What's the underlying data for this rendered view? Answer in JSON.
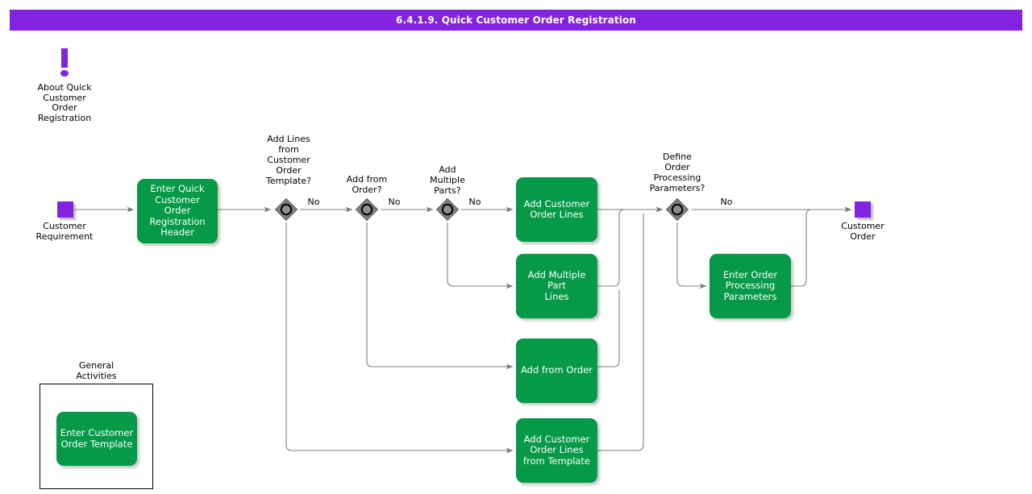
{
  "header": {
    "title": "6.4.1.9. Quick Customer Order Registration",
    "bar_color": "#8223e0",
    "text_color": "#ffffff"
  },
  "colors": {
    "accent_purple": "#8223e0",
    "activity_green": "#059948",
    "decision_gray": "#808080",
    "connector_gray": "#808080",
    "page_background": "#ffffff"
  },
  "info_note": {
    "icon": "exclamation-icon",
    "label": "About Quick\nCustomer\nOrder\nRegistration"
  },
  "terminators": [
    {
      "name": "start",
      "label": "Customer\nRequirement"
    },
    {
      "name": "end",
      "label": "Customer\nOrder"
    }
  ],
  "activities": [
    {
      "id": "enter-header",
      "label": "Enter Quick\nCustomer Order\nRegistration\nHeader"
    },
    {
      "id": "add-customer-order-lines",
      "label": "Add Customer\nOrder Lines"
    },
    {
      "id": "add-multiple-part-lines",
      "label": "Add Multiple Part\nLines"
    },
    {
      "id": "add-from-order",
      "label": "Add from Order"
    },
    {
      "id": "add-lines-from-template",
      "label": "Add Customer\nOrder Lines\nfrom Template"
    },
    {
      "id": "enter-order-processing-parameters",
      "label": "Enter Order\nProcessing\nParameters"
    },
    {
      "id": "enter-customer-order-template",
      "label": "Enter Customer\nOrder Template"
    }
  ],
  "decisions": [
    {
      "id": "add-lines-from-template-q",
      "label": "Add Lines\nfrom\nCustomer\nOrder\nTemplate?"
    },
    {
      "id": "add-from-order-q",
      "label": "Add from\nOrder?"
    },
    {
      "id": "add-multiple-parts-q",
      "label": "Add\nMultiple\nParts?"
    },
    {
      "id": "define-order-processing-parameters-q",
      "label": "Define\nOrder\nProcessing\nParameters?"
    }
  ],
  "edge_labels": [
    {
      "id": "no-1",
      "text": "No"
    },
    {
      "id": "no-2",
      "text": "No"
    },
    {
      "id": "no-3",
      "text": "No"
    },
    {
      "id": "no-4",
      "text": "No"
    }
  ],
  "group": {
    "title": "General\nActivities"
  }
}
